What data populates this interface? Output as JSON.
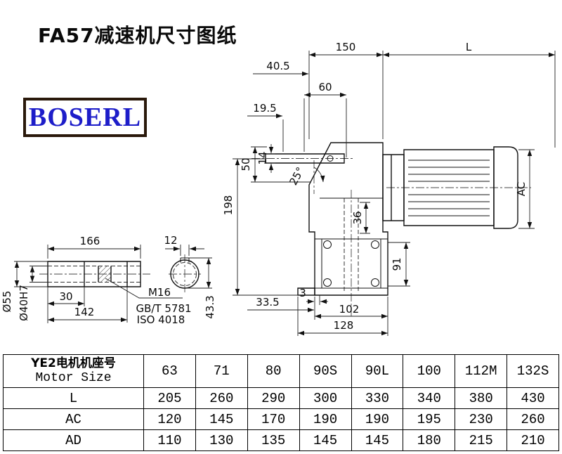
{
  "page": {
    "title": "FA57减速机尺寸图纸",
    "logo": "BOSERL"
  },
  "colors": {
    "logo_text": "#1d1dc9",
    "logo_border": "#2a190b",
    "line": "#111111",
    "background": "#ffffff"
  },
  "drawing": {
    "dims": {
      "t150": "150",
      "tL": "L",
      "t40_5": "40.5",
      "t60": "60",
      "t19_5": "19.5",
      "t14": "14",
      "t50": "50",
      "t25": "25°",
      "t198": "198",
      "t36": "36",
      "t91": "91",
      "tAC": "AC",
      "t3": "3",
      "t33_5": "33.5",
      "t102": "102",
      "t128": "128",
      "t166": "166",
      "t12": "12",
      "t30": "30",
      "t142": "142",
      "t55": "Ø55",
      "t40h7": "Ø40H7",
      "tM16": "M16",
      "tGB": "GB/T 5781",
      "tISO": "ISO 4018",
      "t43_3": "43.3"
    }
  },
  "table": {
    "header": {
      "line1": "YE2电机机座号",
      "line2": "Motor Size"
    },
    "columns": [
      "63",
      "71",
      "80",
      "90S",
      "90L",
      "100",
      "112M",
      "132S"
    ],
    "rows": [
      {
        "label": "L",
        "values": [
          "205",
          "260",
          "290",
          "300",
          "330",
          "340",
          "380",
          "430"
        ]
      },
      {
        "label": "AC",
        "values": [
          "120",
          "145",
          "170",
          "190",
          "190",
          "195",
          "230",
          "260"
        ]
      },
      {
        "label": "AD",
        "values": [
          "110",
          "130",
          "135",
          "145",
          "145",
          "180",
          "215",
          "210"
        ]
      }
    ]
  }
}
